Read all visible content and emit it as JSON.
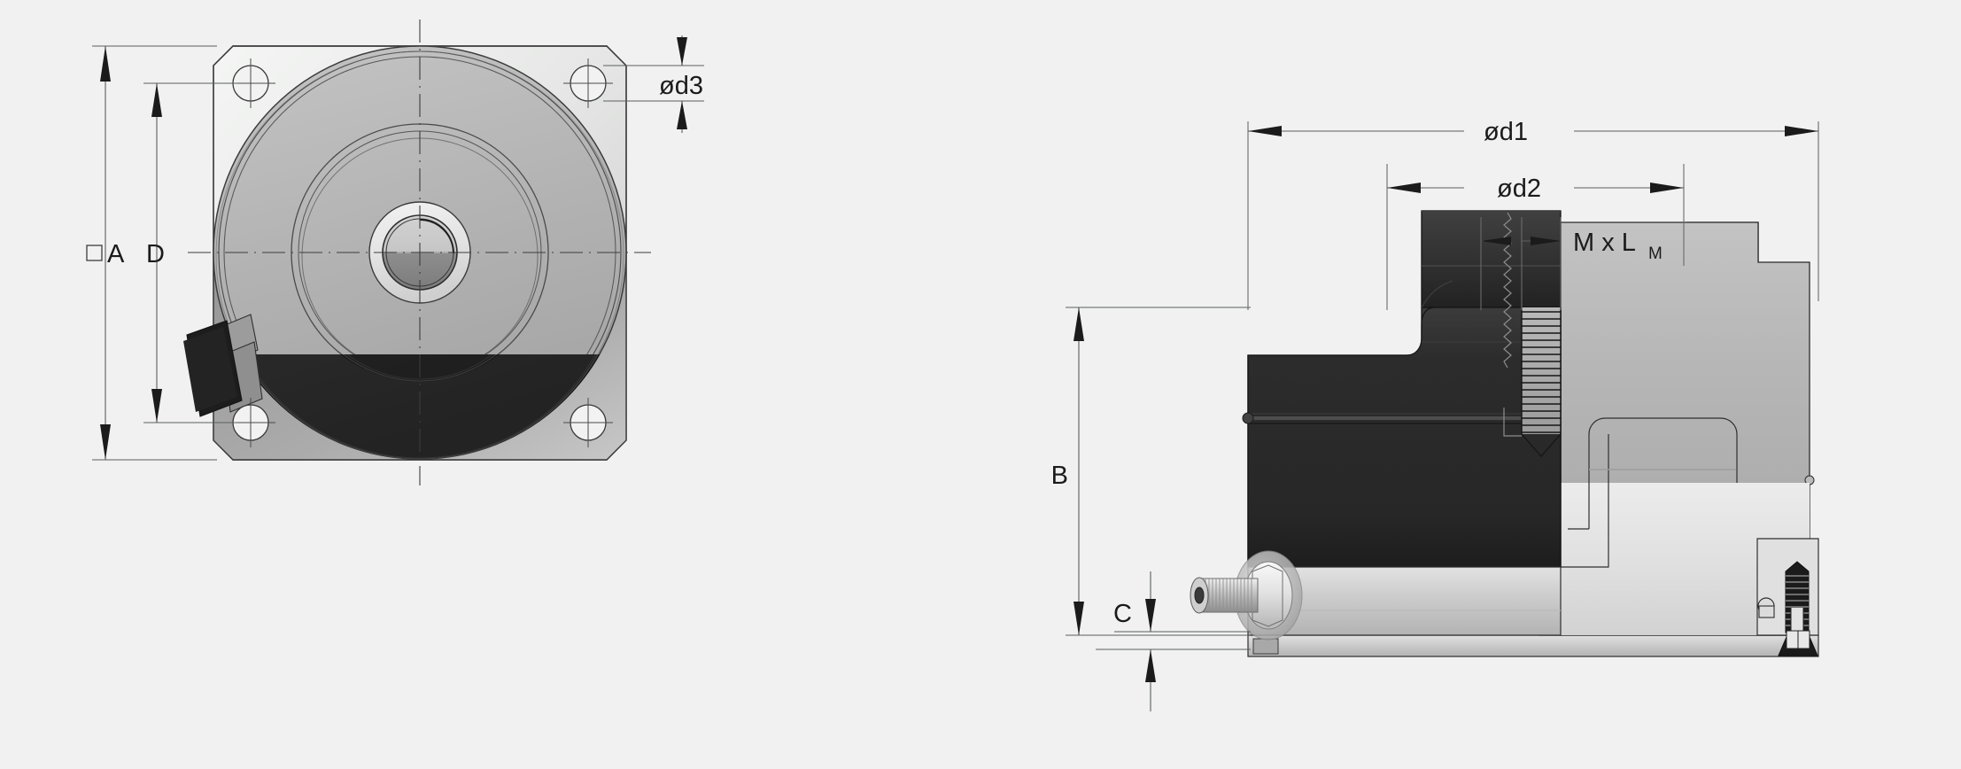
{
  "drawing": {
    "title": "Servo motor with gearbox - dimensioned technical drawing",
    "background_color": "#f0f1f0",
    "line_color": "#5a5f5e",
    "dark_line_color": "#1b1b1b",
    "views": [
      {
        "name": "front-view",
        "description": "Square mounting flange with chamfered corners, four mounting holes, round motor body"
      },
      {
        "name": "side-view",
        "description": "Side elevation showing gearbox housing, output shaft with thread and connector"
      }
    ]
  },
  "dimensions": {
    "square_a": {
      "label": "A",
      "symbol": "□",
      "name": "square-flange-width"
    },
    "d": {
      "label": "D",
      "name": "bolt-circle-pitch"
    },
    "d3": {
      "label": "ød3",
      "name": "mounting-hole-diameter"
    },
    "d1": {
      "label": "ød1",
      "name": "outer-body-diameter"
    },
    "d2": {
      "label": "ød2",
      "name": "pilot-diameter"
    },
    "mlm": {
      "label_prefix": "M x L",
      "label_subscript": "M",
      "name": "thread-size-and-length"
    },
    "b": {
      "label": "B",
      "name": "overall-length"
    },
    "c": {
      "label": "C",
      "name": "shaft-shoulder-length"
    }
  },
  "colors": {
    "background": "#f0f1f0",
    "flange_light": "#e9eae9",
    "body_light": "#b4b4b4",
    "body_dark": "#323232",
    "metal_light": "#d8d8d8",
    "metal_mid": "#9a9a9a",
    "outline": "#2a2a2a",
    "dim_line": "#676c6b"
  }
}
